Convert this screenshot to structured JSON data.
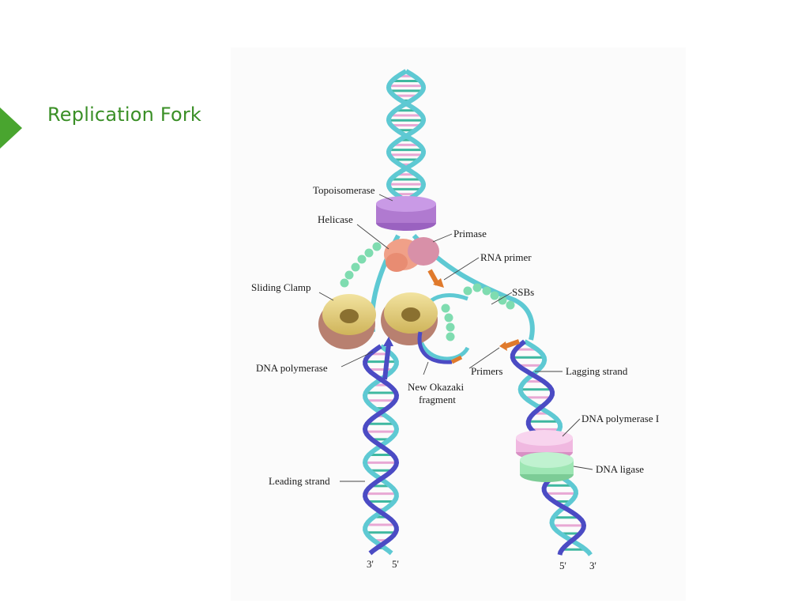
{
  "slide": {
    "title": "Replication Fork"
  },
  "colors": {
    "title": "#3a8f26",
    "marker": "#49a52f",
    "parental_strand": "#5ec9d3",
    "new_strand": "#4b4bc4",
    "primer": "#e07a2c",
    "topoisomerase": "#b07ad0",
    "helicase": "#f0a088",
    "primase": "#d890a8",
    "ssb": "#7fdcb0",
    "sliding_clamp": "#e6cf7a",
    "dna_polymerase": "#b88070",
    "dna_polymerase_i": "#f0b8e0",
    "dna_ligase": "#9ee6b4"
  },
  "diagram": {
    "labels": {
      "topoisomerase": "Topoisomerase",
      "helicase": "Helicase",
      "primase": "Primase",
      "rna_primer": "RNA primer",
      "sliding_clamp": "Sliding Clamp",
      "ssbs": "SSBs",
      "dna_polymerase": "DNA polymerase",
      "primers": "Primers",
      "lagging_strand": "Lagging strand",
      "new_okazaki_line1": "New Okazaki",
      "new_okazaki_line2": "fragment",
      "dna_polymerase_i": "DNA polymerase I",
      "dna_ligase": "DNA ligase",
      "leading_strand": "Leading strand",
      "left_end_3": "3'",
      "left_end_5": "5'",
      "right_end_5": "5'",
      "right_end_3": "3'"
    }
  }
}
